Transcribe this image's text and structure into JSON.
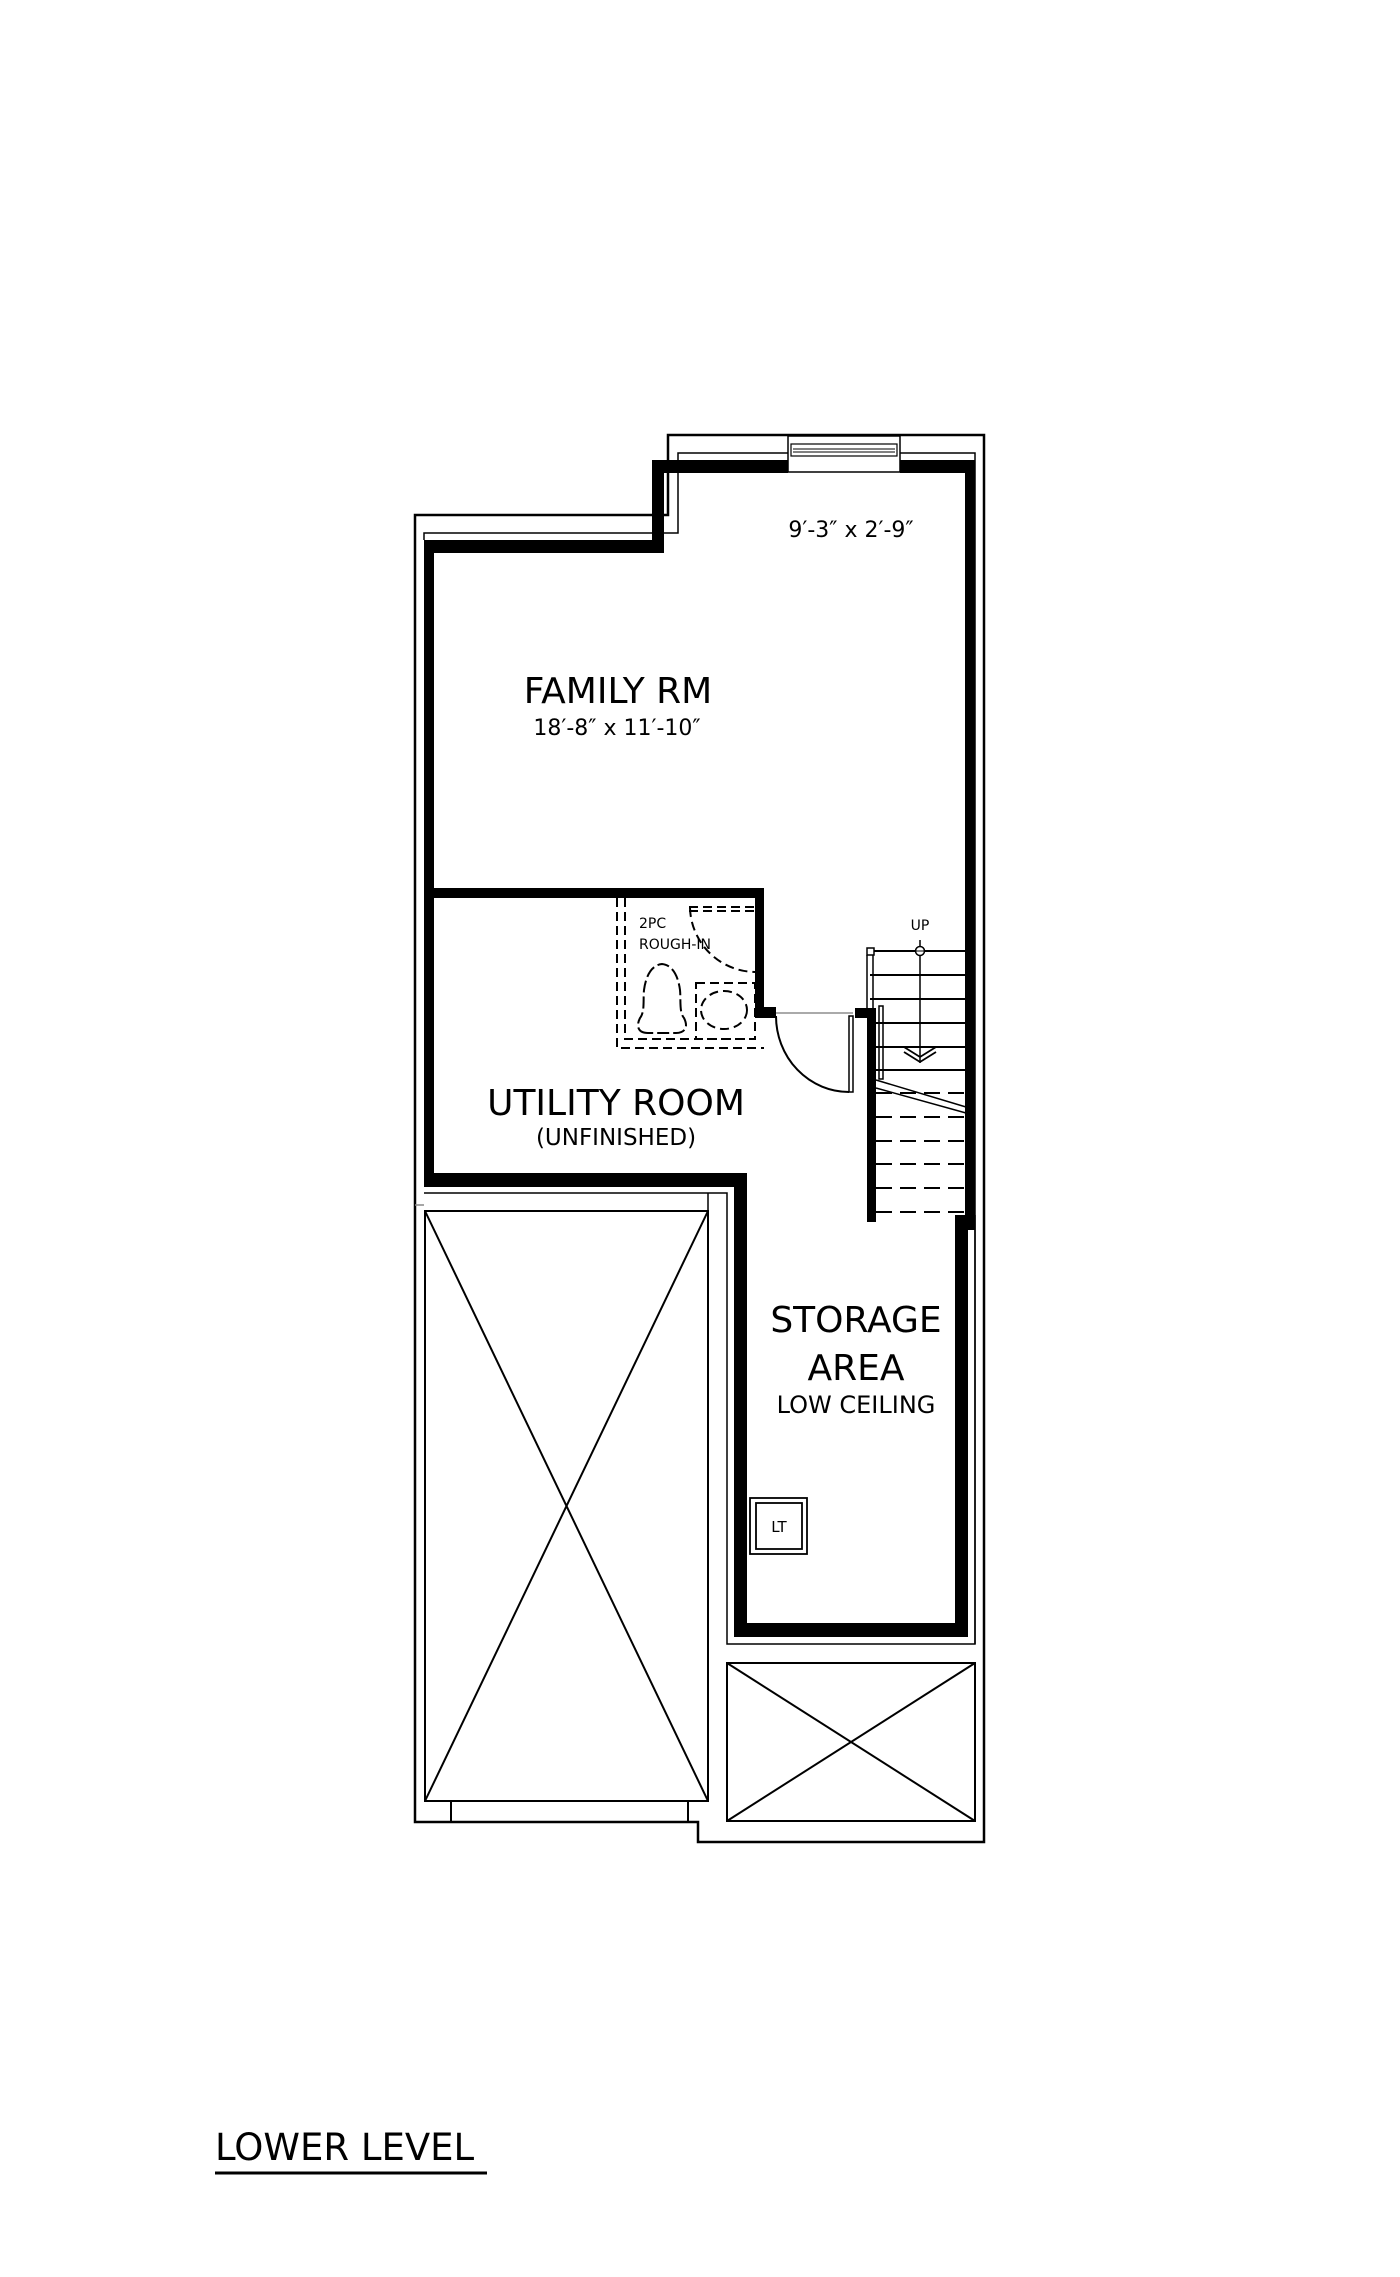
{
  "plan": {
    "level_title": "LOWER LEVEL",
    "rooms": {
      "bay": {
        "dimensions": "9′-3″ x 2′-9″"
      },
      "family": {
        "name": "FAMILY RM",
        "dimensions": "18′-8″ x 11′-10″"
      },
      "utility": {
        "name": "UTILITY ROOM",
        "note": "(UNFINISHED)"
      },
      "rough_in": {
        "line1": "2PC",
        "line2": "ROUGH-IN"
      },
      "storage": {
        "name_line1": "STORAGE",
        "name_line2": "AREA",
        "note": "LOW CEILING"
      }
    },
    "stairs": {
      "direction_label": "UP"
    },
    "fixtures": {
      "laundry_tub": "LT"
    },
    "colors": {
      "wall": "#000000",
      "background": "#ffffff"
    }
  }
}
